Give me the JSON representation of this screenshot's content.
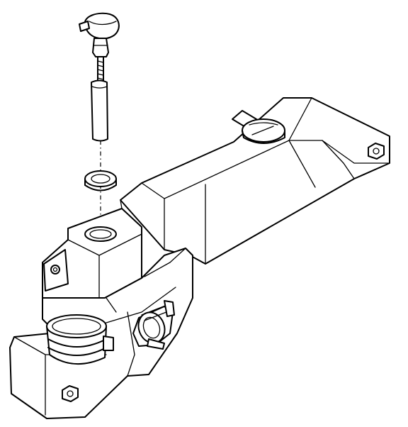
{
  "diagram": {
    "stroke_color": "#000000",
    "background_color": "#ffffff",
    "parts": [
      "dipstick",
      "grommet",
      "reservoir-tank",
      "filler-cap",
      "filler-neck",
      "hose-clamp",
      "mounting-nut"
    ]
  }
}
